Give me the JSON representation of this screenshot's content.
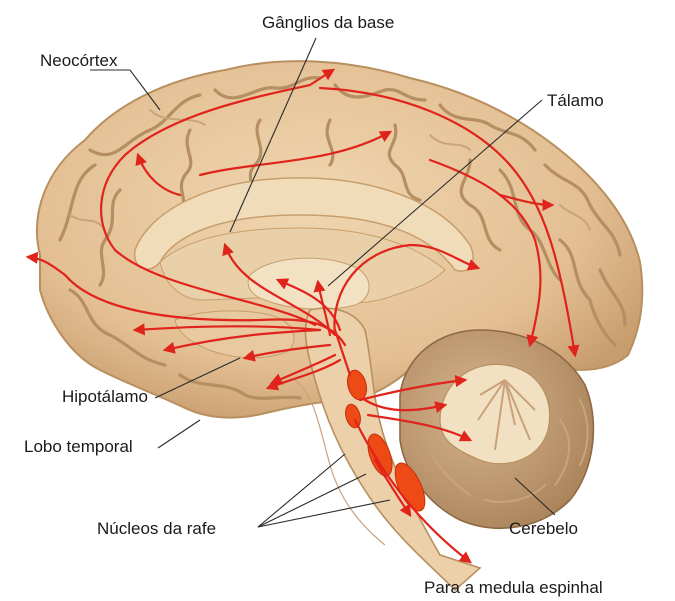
{
  "labels": {
    "ganglios": "Gânglios da base",
    "neocortex": "Neocórtex",
    "talamo": "Tálamo",
    "hipotalamo": "Hipotálamo",
    "lobo_temporal": "Lobo temporal",
    "nucleos_rafe": "Núcleos da rafe",
    "cerebelo": "Cerebelo",
    "medula": "Para a medula espinhal"
  },
  "colors": {
    "brain_surface": "#e8c9a0",
    "brain_shadow": "#c9a274",
    "medial_structures": "#f1dcba",
    "cerebellum": "#c8a47e",
    "pathway_arrows": "#e0231b",
    "raphe_nuclei": "#ee4a16"
  }
}
